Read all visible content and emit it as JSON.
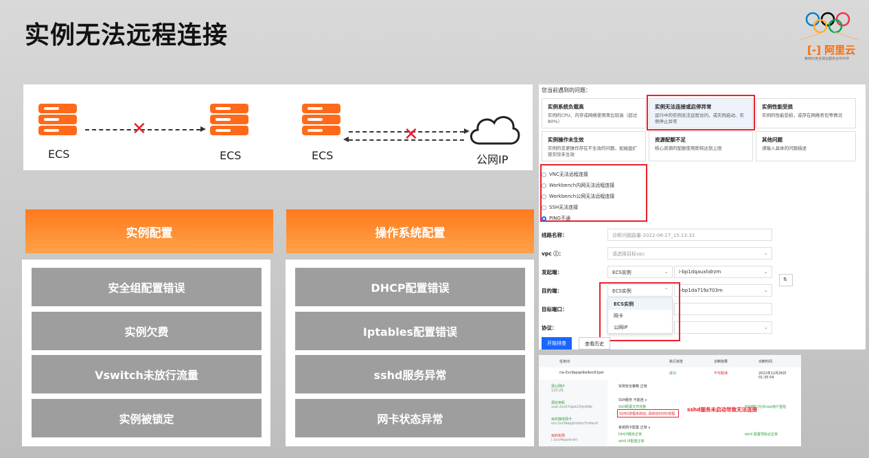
{
  "title": "实例无法远程连接",
  "logo": {
    "brand": "阿里云",
    "sub": "奥林匹克全球云服务合作伙伴"
  },
  "diagram": {
    "left_from": "ECS",
    "left_to": "ECS",
    "right_from": "ECS",
    "right_to": "公网IP"
  },
  "instance_config": {
    "header": "实例配置",
    "items": [
      "安全组配置错误",
      "实例欠费",
      "Vswitch未放行流量",
      "实例被锁定"
    ]
  },
  "os_config": {
    "header": "操作系统配置",
    "items": [
      "DHCP配置错误",
      "Iptables配置错误",
      "sshd服务异常",
      "网卡状态异常"
    ]
  },
  "console": {
    "question": "您当前遇到的问题：",
    "cards": [
      {
        "title": "实例系统负载高",
        "desc": "实例的CPU、内存或网络使用率比较高（超过80%）"
      },
      {
        "title": "实例无法连接或启停异常",
        "desc": "运行中的实例无法远程访问，或实例启动、实例停止异常"
      },
      {
        "title": "实例性能受损",
        "desc": "实例的性能受损，或存在网络丢包等情况"
      },
      {
        "title": "实例操作未生效",
        "desc": "实例的变更操作存在不生效的问题，如磁盘扩容实际未生效"
      },
      {
        "title": "资源配额不足",
        "desc": "核心资源的配额使用即将达到上限"
      },
      {
        "title": "其他问题",
        "desc": "请输入具体的问题描述"
      }
    ],
    "options": [
      "VNC无法远程连接",
      "Workbench内网无法远程连接",
      "Workbench公网无法远程连接",
      "SSH无法连接",
      "PING不通"
    ],
    "fields": {
      "route_label": "线路名称：",
      "route_placeholder": "诊断问题路量-2022-06-27_15:13:32",
      "vpc_label": "vpc ⓘ：",
      "vpc_placeholder": "请选择目标vpc",
      "src_label": "发起端：",
      "src_type": "ECS实例",
      "src_id": "i-bp1dqauxlidrzm",
      "dst_label": "目的端：",
      "dst_type": "ECS实例",
      "dst_id": "i-bp1da719z703m",
      "port_label": "目标端口：",
      "proto_label": "协议："
    },
    "dropdown": [
      "ECS实例",
      "网卡",
      "公网IP"
    ],
    "start_btn": "开始排查",
    "history_btn": "查看历史"
  },
  "result": {
    "headers": [
      "任务ID",
      "执行状态",
      "诊断结果",
      "诊断时间"
    ],
    "row": {
      "id": "ria-Zvc9ppqe9wlbsc61per",
      "status": "成功",
      "result": "不可联通",
      "time": "2021年12月26日 01:35:54"
    },
    "nodes": [
      "源公网IP",
      "源应用机",
      "目的弹性网卡",
      "目的实例"
    ],
    "node_ids": [
      "120.26.",
      "vsw-2vc57ojek15fjn0lljk",
      "eni-2vcf4aqdhxhbz7mfwn0",
      "i-2vcf4eqrdrvhl"
    ],
    "checks": [
      "实例安全策略 正常",
      "SSH服务 不能连 ∧",
      "SSH配置文件完整",
      "SSHD进程未启动, 请启动SSHD进程",
      "系统网卡配置 正常 ∧",
      "DHCP服务正常",
      "eth0 IP配置正常"
    ],
    "right_checks": [
      "SSH端口允许root用户登陆",
      "eth0 配置项标识正常"
    ],
    "annotation": "sshd服务未启动导致无法连接"
  }
}
